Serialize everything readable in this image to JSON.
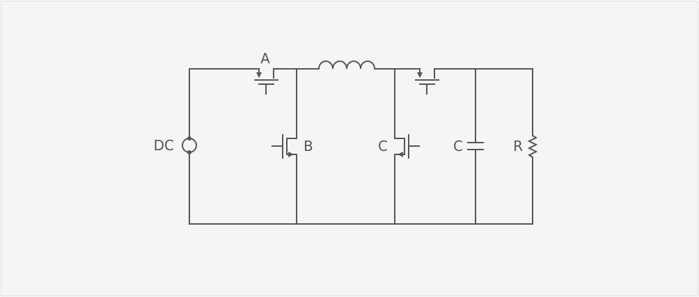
{
  "diagram": {
    "colors": {
      "background": "#f5f5f5",
      "border": "#d9d9d9",
      "stroke": "#555555"
    },
    "labels": {
      "source": "DC",
      "switch_top_left": "A",
      "switch_low_left": "B",
      "switch_low_right": "C",
      "capacitor": "C",
      "resistor": "R"
    },
    "components": [
      {
        "id": "dc-source",
        "type": "dc-source-icon"
      },
      {
        "id": "switch-a",
        "type": "transistor-icon"
      },
      {
        "id": "switch-b",
        "type": "transistor-icon"
      },
      {
        "id": "inductor",
        "type": "inductor-icon"
      },
      {
        "id": "switch-top-right",
        "type": "transistor-icon"
      },
      {
        "id": "switch-c",
        "type": "transistor-icon"
      },
      {
        "id": "capacitor",
        "type": "capacitor-icon"
      },
      {
        "id": "resistor",
        "type": "resistor-icon"
      }
    ]
  }
}
